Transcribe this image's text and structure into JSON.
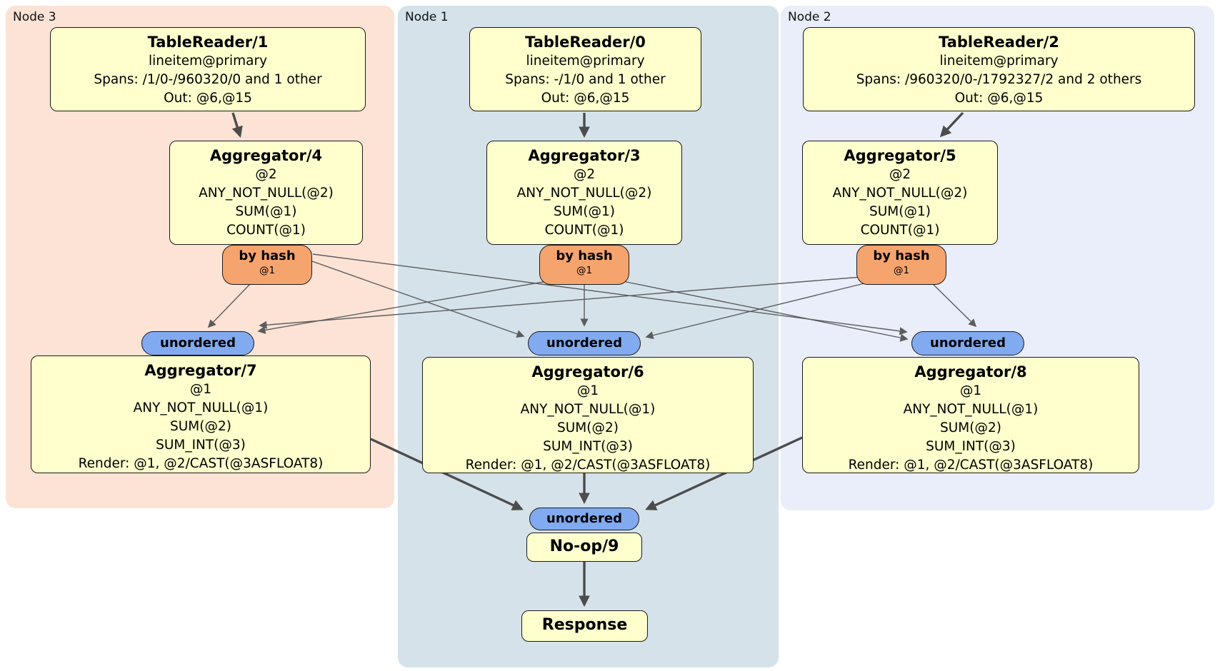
{
  "panels": [
    {
      "label": "Node 3"
    },
    {
      "label": "Node 1"
    },
    {
      "label": "Node 2"
    }
  ],
  "boxes": {
    "tr1": {
      "title": "TableReader/1",
      "lines": [
        "lineitem@primary",
        "Spans: /1/0-/960320/0 and 1 other",
        "Out: @6,@15"
      ]
    },
    "tr0": {
      "title": "TableReader/0",
      "lines": [
        "lineitem@primary",
        "Spans: -/1/0 and 1 other",
        "Out: @6,@15"
      ]
    },
    "tr2": {
      "title": "TableReader/2",
      "lines": [
        "lineitem@primary",
        "Spans: /960320/0-/1792327/2 and 2 others",
        "Out: @6,@15"
      ]
    },
    "agg4": {
      "title": "Aggregator/4",
      "lines": [
        "@2",
        "ANY_NOT_NULL(@2)",
        "SUM(@1)",
        "COUNT(@1)"
      ]
    },
    "agg3": {
      "title": "Aggregator/3",
      "lines": [
        "@2",
        "ANY_NOT_NULL(@2)",
        "SUM(@1)",
        "COUNT(@1)"
      ]
    },
    "agg5": {
      "title": "Aggregator/5",
      "lines": [
        "@2",
        "ANY_NOT_NULL(@2)",
        "SUM(@1)",
        "COUNT(@1)"
      ]
    },
    "agg7": {
      "title": "Aggregator/7",
      "lines": [
        "@1",
        "ANY_NOT_NULL(@1)",
        "SUM(@2)",
        "SUM_INT(@3)",
        "Render: @1, @2/CAST(@3ASFLOAT8)"
      ]
    },
    "agg6": {
      "title": "Aggregator/6",
      "lines": [
        "@1",
        "ANY_NOT_NULL(@1)",
        "SUM(@2)",
        "SUM_INT(@3)",
        "Render: @1, @2/CAST(@3ASFLOAT8)"
      ]
    },
    "agg8": {
      "title": "Aggregator/8",
      "lines": [
        "@1",
        "ANY_NOT_NULL(@1)",
        "SUM(@2)",
        "SUM_INT(@3)",
        "Render: @1, @2/CAST(@3ASFLOAT8)"
      ]
    },
    "noop": {
      "title": "No-op/9"
    },
    "response": {
      "title": "Response"
    }
  },
  "routers": {
    "by_hash": {
      "label": "by hash",
      "sub": "@1"
    },
    "unordered": {
      "label": "unordered"
    }
  },
  "colors": {
    "node3_bg": "#fce3d6",
    "node1_bg": "#d5e2ea",
    "node2_bg": "#e9eefa",
    "operator_box_bg": "#feffcd",
    "by_hash_bg": "#f6a46e",
    "unordered_bg": "#81aaf0",
    "edge_thin": "#5c5c5c",
    "edge_thick": "#4c4c4c",
    "border": "#1a1a1a"
  }
}
